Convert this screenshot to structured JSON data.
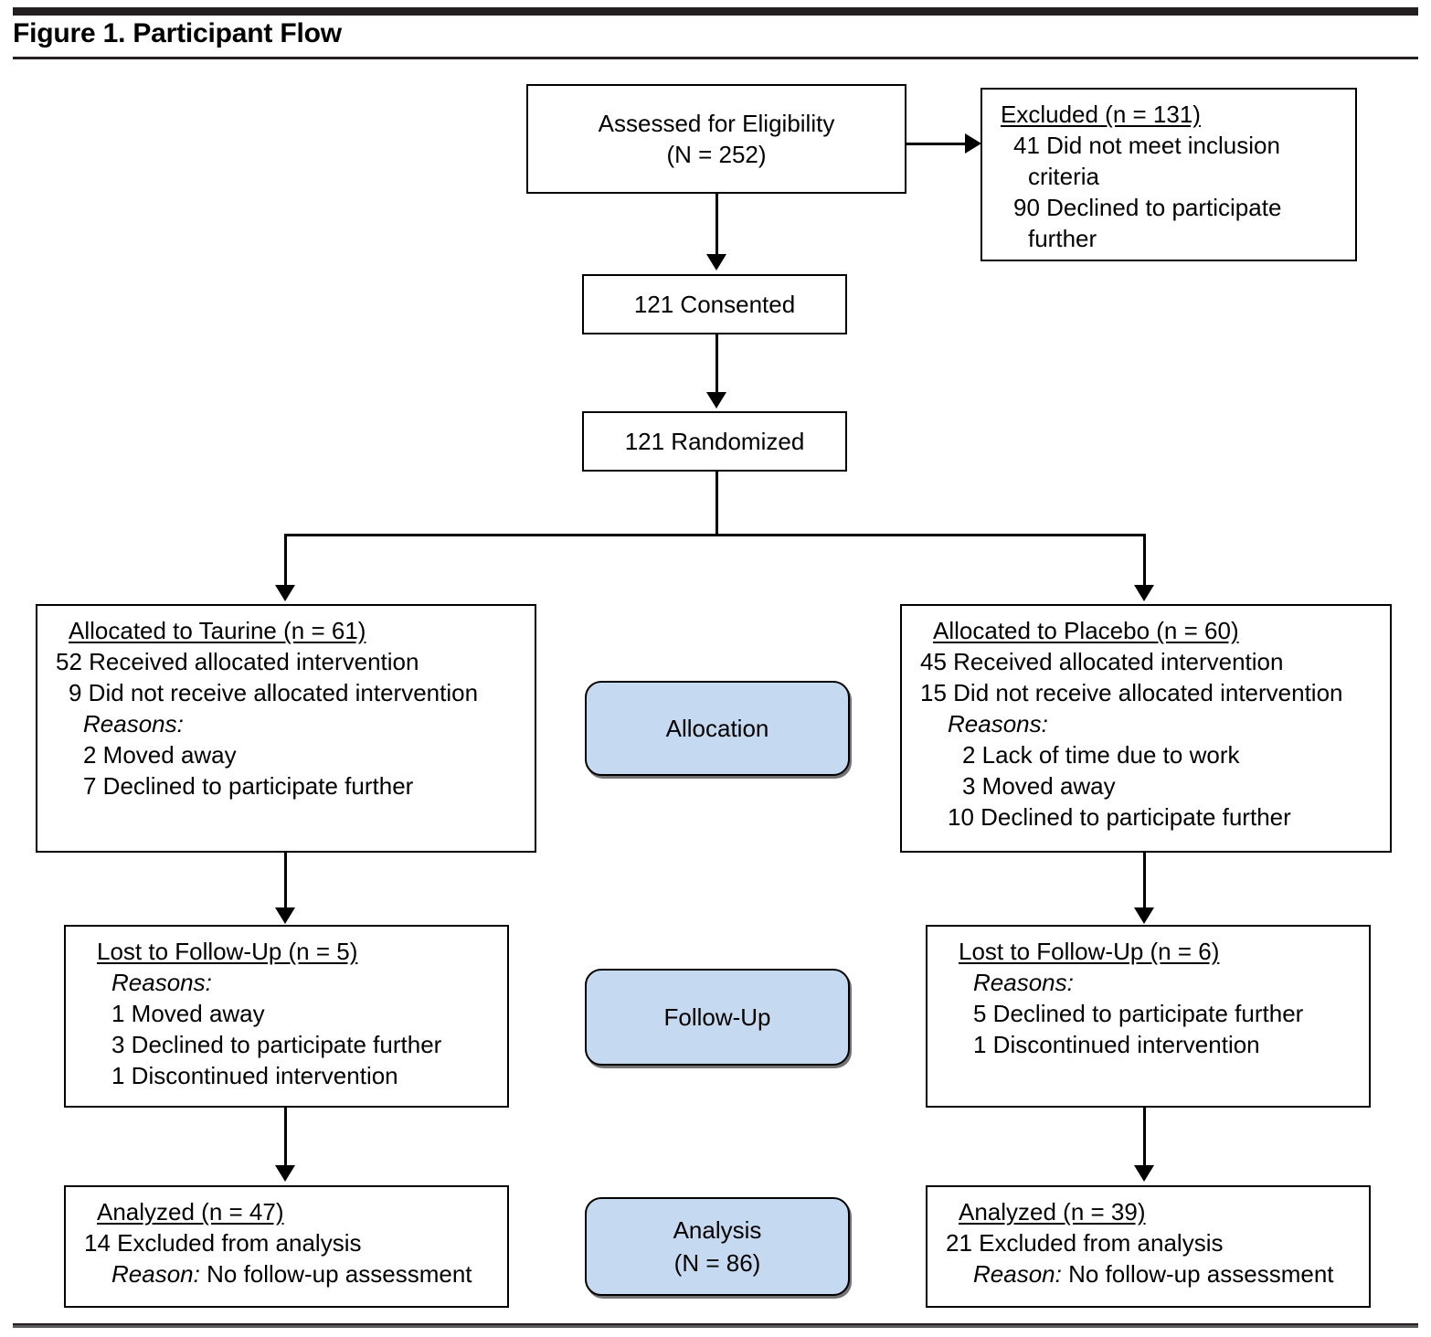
{
  "figure": {
    "title": "Figure 1. Participant Flow"
  },
  "chart_data": {
    "type": "diagram",
    "title": "Figure 1. Participant Flow",
    "diagram_kind": "CONSORT participant flow",
    "nodes": {
      "assessed": {
        "line1": "Assessed for Eligibility",
        "line2": "(N = 252)",
        "n": 252
      },
      "excluded": {
        "header": "Excluded (n = 131)",
        "n": 131,
        "items": [
          {
            "count": 41,
            "text": "41 Did not meet inclusion",
            "wrap": "criteria"
          },
          {
            "count": 90,
            "text": "90 Declined to participate",
            "wrap": "further"
          }
        ]
      },
      "consented": {
        "label": "121 Consented",
        "n": 121
      },
      "randomized": {
        "label": "121 Randomized",
        "n": 121
      },
      "allocated_taurine": {
        "header": "Allocated to Taurine (n = 61)",
        "n": 61,
        "lines": [
          "52 Received allocated intervention",
          "9 Did not receive allocated intervention"
        ],
        "reasons_label": "Reasons:",
        "reasons": [
          "2 Moved away",
          "7 Declined to participate further"
        ]
      },
      "allocated_placebo": {
        "header": "Allocated to Placebo (n = 60)",
        "n": 60,
        "lines": [
          "45 Received allocated intervention",
          "15 Did not receive allocated intervention"
        ],
        "reasons_label": "Reasons:",
        "reasons": [
          "2 Lack of time due to work",
          "3 Moved away",
          "10 Declined to participate further"
        ]
      },
      "lost_taurine": {
        "header": "Lost to Follow-Up (n = 5)",
        "n": 5,
        "reasons_label": "Reasons:",
        "reasons": [
          "1 Moved away",
          "3 Declined to participate further",
          "1 Discontinued intervention"
        ]
      },
      "lost_placebo": {
        "header": "Lost to Follow-Up (n = 6)",
        "n": 6,
        "reasons_label": "Reasons:",
        "reasons": [
          "5 Declined to participate further",
          "1 Discontinued intervention"
        ]
      },
      "analyzed_taurine": {
        "header": "Analyzed (n = 47)",
        "n": 47,
        "excluded_line": "14 Excluded from analysis",
        "reason_label": "Reason:",
        "reason_text": " No follow-up assessment"
      },
      "analyzed_placebo": {
        "header": "Analyzed (n = 39)",
        "n": 39,
        "excluded_line": "21 Excluded from analysis",
        "reason_label": "Reason:",
        "reason_text": " No follow-up assessment"
      }
    },
    "stages": [
      {
        "key": "allocation",
        "label": "Allocation"
      },
      {
        "key": "followup",
        "label": "Follow-Up"
      },
      {
        "key": "analysis",
        "label": "Analysis",
        "sub": "(N = 86)",
        "n": 86
      }
    ],
    "colors": {
      "stage_fill": "#c5d9f1",
      "stroke": "#000000",
      "rule": "#231f20",
      "background": "#ffffff"
    }
  }
}
